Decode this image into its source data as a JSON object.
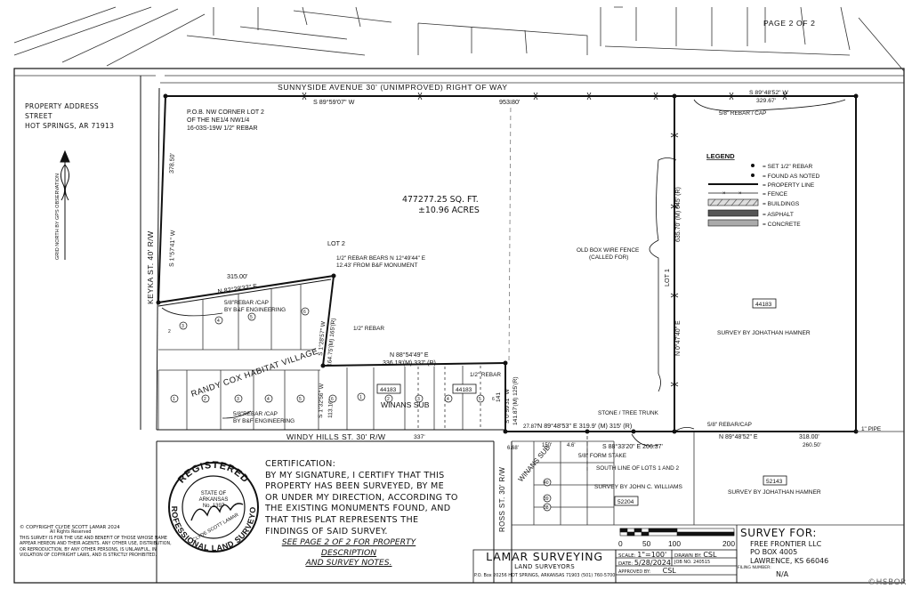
{
  "header": {
    "page_label": "PAGE 2 OF 2"
  },
  "property_address": {
    "heading": "PROPERTY ADDRESS",
    "street": "STREET",
    "city_state_zip": "HOT SPRINGS, AR 71913"
  },
  "north_arrow": {
    "label": "GRID NORTH BY GPS OBSERVATION"
  },
  "streets": {
    "sunnyside": "SUNNYSIDE   AVENUE   30'   (UNIMPROVED)   RIGHT   OF   WAY",
    "keyka": "KEYKA ST. 40' R/W",
    "windy_hills": "WINDY HILLS ST. 30' R/W",
    "ross": "ROSS ST. 30' R/W"
  },
  "bearings": {
    "north_line": "S 89°59'07\" W",
    "north_dist": "953.80'",
    "ne_bearing": "S 89°48'52\" W",
    "ne_dist": "329.67'",
    "west_line": "S 1°57'41\" W",
    "west_dist": "378.50'",
    "lot_line_dist": "315.00'",
    "lot_line_bearing": "N 82°29'32\" E",
    "mid_west": "S 1°28'57\" W",
    "mid_west_dist": "164.75'(M) 165'(R)",
    "winans_north": "N 88°54'49\" E",
    "winans_north_dist": "336.19'(M) 337' (R)",
    "winans_east": "S 0°59'31\" W",
    "winans_east_dist": "141.87'(M) 125'(R)",
    "winans_east_dist2": "141",
    "west_small": "S 1°32'56\" W",
    "west_small_dist": "113.16'",
    "east_line": "N 0°47'40\" E",
    "east_dist": "635.70' (M) 645' (R)",
    "south_line": "N 89°48'53\" E  319.9' (M)  315' (R)",
    "south_mid": "S 88°33'20\" E  206.37'",
    "south_east": "N 89°48'52\" E",
    "south_east_dist": "318.00'",
    "windy_dist": "337'",
    "d2787": "27.87'",
    "d668": "6.68'",
    "d150": "150'",
    "d46": "4.6'",
    "d26050": "260.50'"
  },
  "notes": {
    "pob": [
      "P.O.B. NW CORNER LOT 2",
      "OF THE NE1/4 NW1/4",
      "16-03S-19W 1/2\" REBAR"
    ],
    "area_sqft": "477277.25 SQ. FT.",
    "area_acres": "±10.96 ACRES",
    "lot2": "LOT 2",
    "lot1": "LOT 1",
    "rebar_bears": [
      "1/2\" REBAR BEARS N 12°49'44\" E",
      "12.43' FROM B&F MONUMENT"
    ],
    "rebar_cap_bf": [
      "5/8\"REBAR /CAP",
      "BY B&F ENGINEERING"
    ],
    "rebar_half": "1/2\" REBAR",
    "rebar_half2": "1/2\" REBAR",
    "rebar_cap_bf2": [
      "5/8\"REBAR /CAP",
      "BY B&F ENGINEERING"
    ],
    "rebar_cap_ne": "5/8\" REBAR / CAP",
    "old_fence": [
      "OLD BOX WIRE FENCE",
      "(CALLED FOR)"
    ],
    "stone": "STONE / TREE TRUNK",
    "rebar_cap_se": "5/8\" REBAR/CAP",
    "form_stake": "5/8\" FORM STAKE",
    "pipe": "1\" PIPE",
    "south_line_lots": "SOUTH LINE OF LOTS 1 AND 2",
    "randy": "RANDY COX HABITAT VILLAGE",
    "winans_sub": "WINANS SUB",
    "winans_sub2": "WINANS SUB",
    "survey_hamner": "SURVEY BY JOHATHAN HAMNER",
    "survey_williams": "SURVEY BY JOHN C. WILLIAMS",
    "survey_hamner2": "SURVEY BY JOHATHAN HAMNER"
  },
  "parcels": {
    "p44183a": "44183",
    "p44183b": "44183",
    "p44183c": "44183",
    "p52143": "52143",
    "p52204": "52204"
  },
  "lot_numbers": {
    "upper": [
      "6",
      "5",
      "4",
      "3",
      "2"
    ],
    "lower": [
      "1",
      "2",
      "3",
      "4",
      "5",
      "6"
    ],
    "winans": [
      "1",
      "2",
      "3",
      "4",
      "5",
      "6"
    ],
    "ross": [
      "40",
      "39",
      "38"
    ]
  },
  "legend": {
    "title": "LEGEND",
    "set_rebar": "= SET 1/2\" REBAR",
    "found": "= FOUND AS NOTED",
    "property_line": "= PROPERTY LINE",
    "fence": "= FENCE",
    "buildings": "= BUILDINGS",
    "asphalt": "= ASPHALT",
    "concrete": "= CONCRETE"
  },
  "certification": {
    "lines": [
      "CERTIFICATION:",
      "BY MY SIGNATURE, I CERTIFY THAT THIS",
      "PROPERTY HAS BEEN SURVEYED, BY ME",
      "OR UNDER MY DIRECTION, ACCORDING TO",
      "THE EXISTING MONUMENTS FOUND, AND",
      "THAT THIS PLAT REPRESENTS THE",
      "FINDINGS OF SAID SURVEY."
    ]
  },
  "see_page": [
    "SEE PAGE 2 OF 2 FOR PROPERTY",
    "DESCRIPTION",
    "AND SURVEY NOTES."
  ],
  "seal": {
    "top": "REGISTERED",
    "bottom": "PROFESSIONAL LAND SURVEYOR",
    "state": "STATE OF",
    "state2": "ARKANSAS",
    "number": "No. 1397",
    "name": "CLYDE SCOTT LAMAR"
  },
  "copyright": {
    "line1": "© COPYRIGHT CLYDE SCOTT LAMAR 2024",
    "line2": "All Rights Reserved",
    "body": "THIS SURVEY IS FOR THE USE AND BENEFIT OF THOSE WHOSE NAME APPEAR HEREON AND THEIR AGENTS. ANY OTHER USE, DISTRIBUTION, OR REPRODUCTION, BY ANY OTHER PERSONS, IS UNLAWFUL, IN VIOLATION OF COPYRIGHT LAWS, AND IS STRICTLY PROHIBITED."
  },
  "scale_bar": {
    "labels": [
      "0",
      "50",
      "100",
      "200"
    ]
  },
  "title_block": {
    "company": "LAMAR SURVEYING",
    "subtitle": "LAND SURVEYORS",
    "address": "P.O. Box 20256 HOT SPRINGS, ARKANSAS 71903 (501) 760-5700",
    "scale_label": "SCALE:",
    "scale": "1\"=100'",
    "drawn_label": "DRAWN BY:",
    "drawn": "CSL",
    "date_label": "DATE:",
    "date": "5/28/2024",
    "job_label": "JOB NO.",
    "job": "240515",
    "approved_label": "APPROVED BY:",
    "approved": "CSL",
    "filing_label": "FILING NUMBER:",
    "filing": "N/A"
  },
  "survey_for": {
    "heading": "SURVEY FOR:",
    "client": "FREE FRONTIER LLC",
    "po": "PO BOX 4005",
    "city": "LAWRENCE, KS 66046"
  },
  "watermark": "©HSBOR"
}
